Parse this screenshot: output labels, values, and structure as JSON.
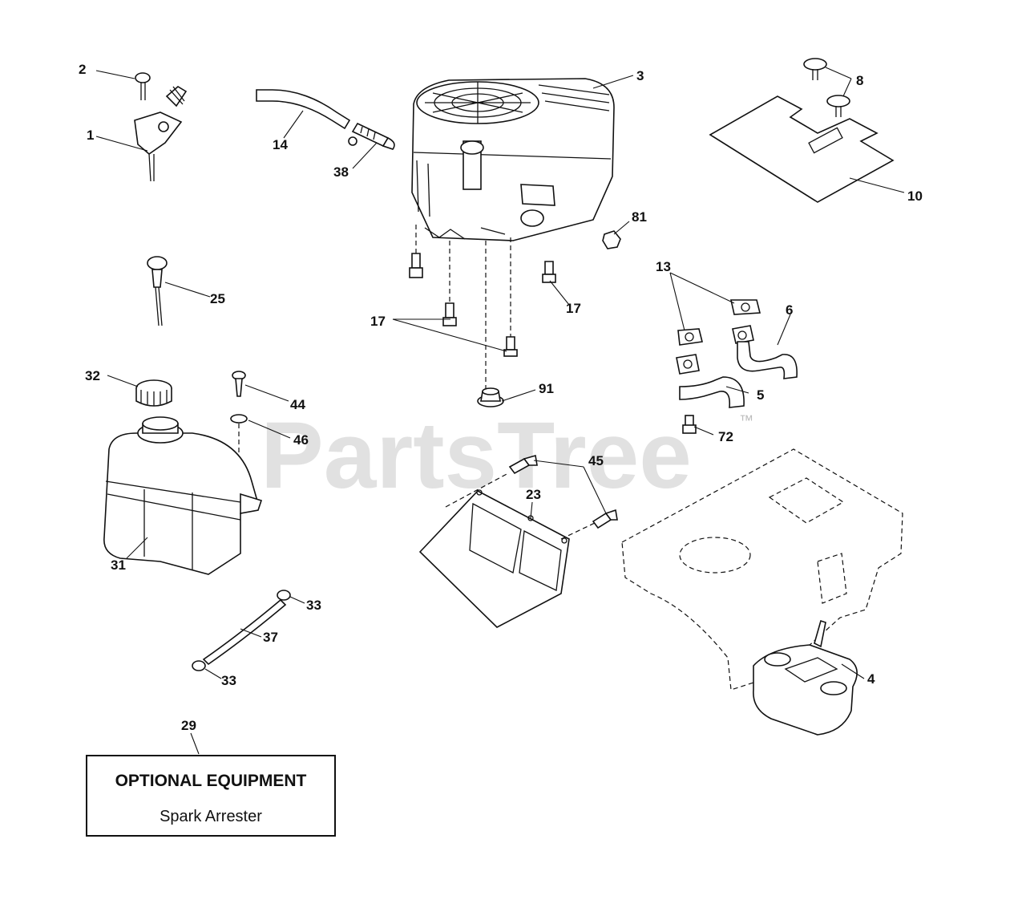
{
  "watermark": {
    "text": "PartsTree",
    "trademark": "™"
  },
  "optional_box": {
    "title": "OPTIONAL EQUIPMENT",
    "subtitle": "Spark Arrester"
  },
  "callouts": {
    "c1": "1",
    "c2": "2",
    "c3": "3",
    "c4": "4",
    "c5": "5",
    "c6": "6",
    "c8": "8",
    "c10": "10",
    "c13": "13",
    "c14": "14",
    "c17a": "17",
    "c17b": "17",
    "c23": "23",
    "c25": "25",
    "c29": "29",
    "c31": "31",
    "c32": "32",
    "c33a": "33",
    "c33b": "33",
    "c37": "37",
    "c38": "38",
    "c44": "44",
    "c45": "45",
    "c46": "46",
    "c72": "72",
    "c81": "81",
    "c91": "91"
  }
}
